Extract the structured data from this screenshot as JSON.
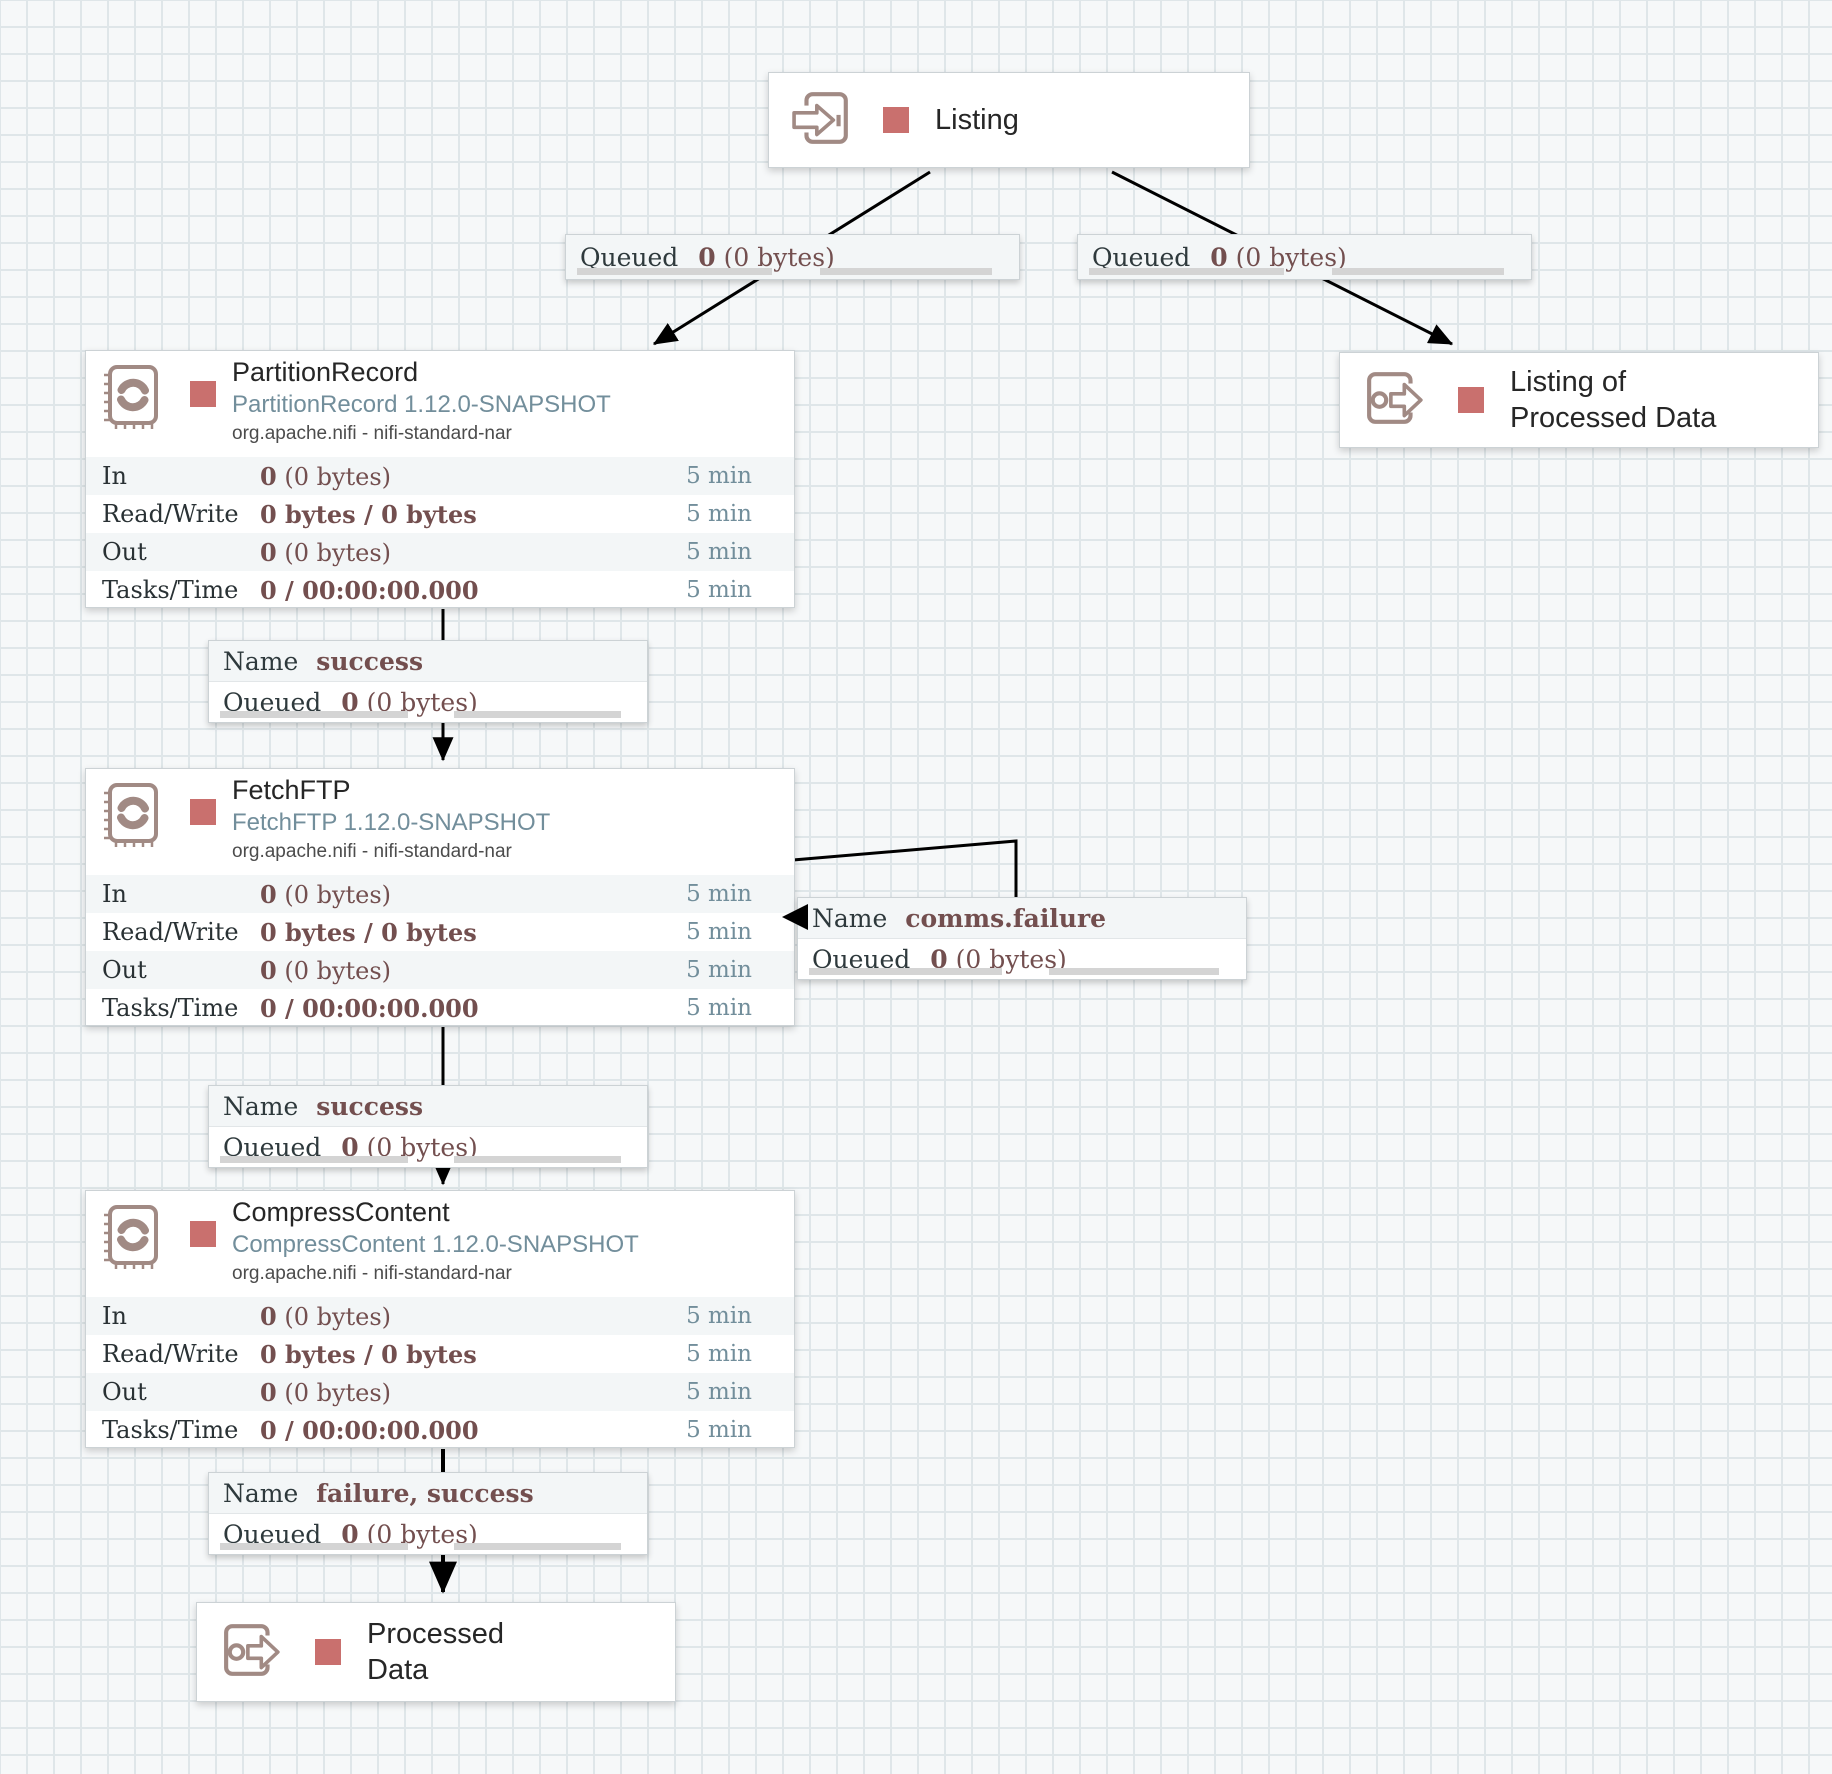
{
  "ui": {
    "name_label": "Name",
    "queued_label": "Queued"
  },
  "colors": {
    "run_state_stopped": "#c9706e",
    "component_icon": "#a18a84",
    "stat_value_text": "#734f4f",
    "time_window_text": "#728e9b",
    "canvas_grid_line": "#dfe6e9"
  },
  "ports": {
    "listing": {
      "label": "Listing"
    },
    "listing_of_processed_data": {
      "line1": "Listing of",
      "line2": "Processed Data"
    },
    "processed_data": {
      "line1": "Processed",
      "line2": "Data"
    }
  },
  "processors": [
    {
      "name": "PartitionRecord",
      "type": "PartitionRecord 1.12.0-SNAPSHOT",
      "bundle": "org.apache.nifi - nifi-standard-nar",
      "rows": [
        {
          "label": "In",
          "bold": "0",
          "rest": " (0 bytes)",
          "time": "5 min"
        },
        {
          "label": "Read/Write",
          "bold": "0 bytes / 0 bytes",
          "rest": "",
          "time": "5 min"
        },
        {
          "label": "Out",
          "bold": "0",
          "rest": " (0 bytes)",
          "time": "5 min"
        },
        {
          "label": "Tasks/Time",
          "bold": "0 / 00:00:00.000",
          "rest": "",
          "time": "5 min"
        }
      ]
    },
    {
      "name": "FetchFTP",
      "type": "FetchFTP 1.12.0-SNAPSHOT",
      "bundle": "org.apache.nifi - nifi-standard-nar",
      "rows": [
        {
          "label": "In",
          "bold": "0",
          "rest": " (0 bytes)",
          "time": "5 min"
        },
        {
          "label": "Read/Write",
          "bold": "0 bytes / 0 bytes",
          "rest": "",
          "time": "5 min"
        },
        {
          "label": "Out",
          "bold": "0",
          "rest": " (0 bytes)",
          "time": "5 min"
        },
        {
          "label": "Tasks/Time",
          "bold": "0 / 00:00:00.000",
          "rest": "",
          "time": "5 min"
        }
      ]
    },
    {
      "name": "CompressContent",
      "type": "CompressContent 1.12.0-SNAPSHOT",
      "bundle": "org.apache.nifi - nifi-standard-nar",
      "rows": [
        {
          "label": "In",
          "bold": "0",
          "rest": " (0 bytes)",
          "time": "5 min"
        },
        {
          "label": "Read/Write",
          "bold": "0 bytes / 0 bytes",
          "rest": "",
          "time": "5 min"
        },
        {
          "label": "Out",
          "bold": "0",
          "rest": " (0 bytes)",
          "time": "5 min"
        },
        {
          "label": "Tasks/Time",
          "bold": "0 / 00:00:00.000",
          "rest": "",
          "time": "5 min"
        }
      ]
    }
  ],
  "connections": [
    {
      "queued_bold": "0",
      "queued_rest": " (0 bytes)"
    },
    {
      "queued_bold": "0",
      "queued_rest": " (0 bytes)"
    },
    {
      "name": "success",
      "queued_bold": "0",
      "queued_rest": " (0 bytes)"
    },
    {
      "name": "comms.failure",
      "queued_bold": "0",
      "queued_rest": " (0 bytes)"
    },
    {
      "name": "success",
      "queued_bold": "0",
      "queued_rest": " (0 bytes)"
    },
    {
      "name": "failure, success",
      "queued_bold": "0",
      "queued_rest": " (0 bytes)"
    }
  ]
}
